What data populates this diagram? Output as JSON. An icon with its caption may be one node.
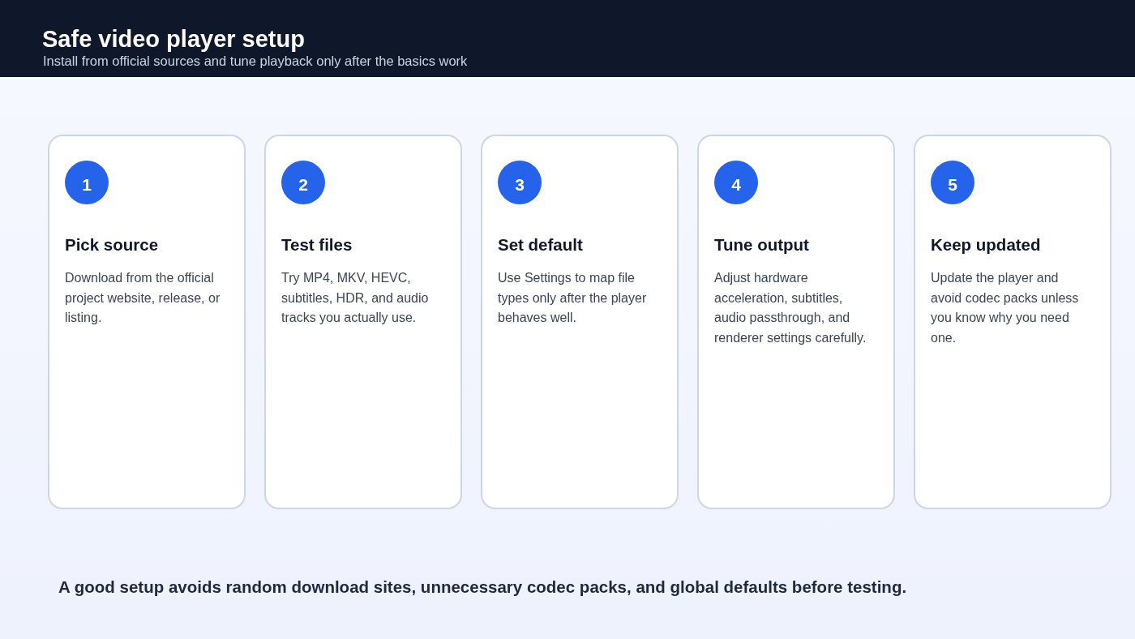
{
  "diagram": {
    "title": "Safe video player setup",
    "nodes": [
      {
        "text": [
          "Pick source",
          "Download from the official project website, release, or listing."
        ]
      },
      {
        "text": [
          "1"
        ],
        "in": 0
      },
      {
        "text": [
          "Test files",
          "Try MP4, MKV, HEVC, subtitles, HDR, and audio tracks you actually use."
        ]
      },
      {
        "text": [
          "2"
        ],
        "in": 2
      },
      {
        "text": [
          "Set default",
          "Use Settings to map file types only after the player behaves well."
        ]
      },
      {
        "text": [
          "3"
        ],
        "in": 4
      },
      {
        "text": [
          "Tune output",
          "Adjust hardware acceleration, subtitles, audio passthrough, and renderer settings carefully."
        ]
      },
      {
        "text": [
          "4"
        ],
        "in": 6
      },
      {
        "text": [
          "Keep updated",
          "Update the player and avoid codec packs unless you know why you need one."
        ]
      },
      {
        "text": [
          "5"
        ],
        "in": 8
      }
    ],
    "labels": [
      "Install from official sources and tune playback only after the basics work"
    ],
    "caption": "A good setup avoids random download sites, unnecessary codec packs, and global defaults before testing."
  }
}
